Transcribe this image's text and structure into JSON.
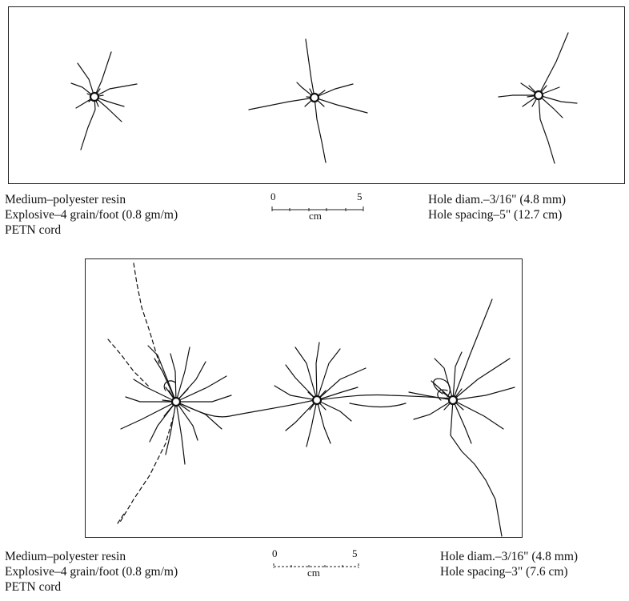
{
  "figure_top": {
    "caption_left": [
      "Medium–polyester resin",
      "Explosive–4 grain/foot (0.8 gm/m)",
      "PETN cord"
    ],
    "scale": {
      "start": "0",
      "end": "5",
      "unit": "cm"
    },
    "caption_right": [
      "Hole diam.–3/16\" (4.8 mm)",
      "Hole spacing–5\" (12.7 cm)"
    ]
  },
  "figure_bottom": {
    "caption_left": [
      "Medium–polyester resin",
      "Explosive–4 grain/foot (0.8 gm/m)",
      "PETN cord"
    ],
    "scale": {
      "start": "0",
      "end": "5",
      "unit": "cm"
    },
    "caption_right": [
      "Hole diam.–3/16\" (4.8 mm)",
      "Hole spacing–3\" (7.6 cm)"
    ]
  }
}
